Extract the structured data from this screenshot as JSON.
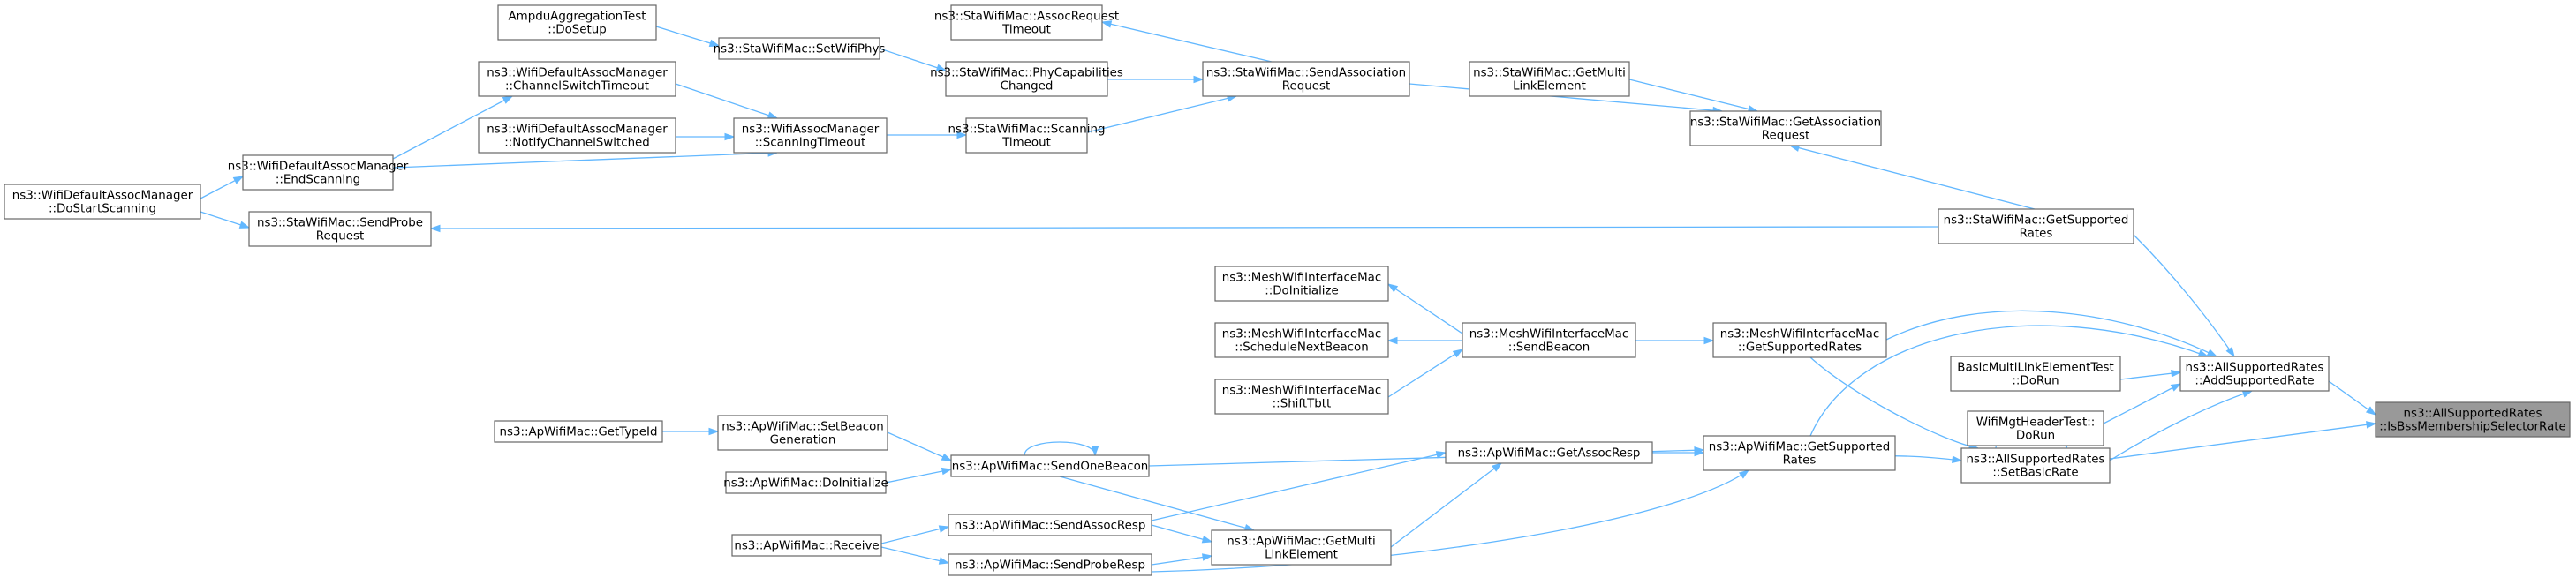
{
  "graph": {
    "nodes": [
      {
        "id": "n0",
        "lines": [
          "ns3::AllSupportedRates",
          "::IsBssMembershipSelectorRate"
        ]
      },
      {
        "id": "n1",
        "lines": [
          "ns3::AllSupportedRates",
          "::AddSupportedRate"
        ]
      },
      {
        "id": "n2",
        "lines": [
          "ns3::AllSupportedRates",
          "::SetBasicRate"
        ]
      },
      {
        "id": "n3",
        "lines": [
          "ns3::StaWifiMac::GetSupported",
          "Rates"
        ]
      },
      {
        "id": "n4",
        "lines": [
          "ns3::MeshWifiInterfaceMac",
          "::GetSupportedRates"
        ]
      },
      {
        "id": "n5",
        "lines": [
          "BasicMultiLinkElementTest",
          "::DoRun"
        ]
      },
      {
        "id": "n6",
        "lines": [
          "WifiMgtHeaderTest::",
          "DoRun"
        ]
      },
      {
        "id": "n7",
        "lines": [
          "ns3::ApWifiMac::GetSupported",
          "Rates"
        ]
      },
      {
        "id": "n8",
        "lines": [
          "ns3::StaWifiMac::GetAssociation",
          "Request"
        ]
      },
      {
        "id": "n9",
        "lines": [
          "ns3::StaWifiMac::SendProbe",
          "Request"
        ]
      },
      {
        "id": "n10",
        "lines": [
          "ns3::StaWifiMac::GetMulti",
          "LinkElement"
        ]
      },
      {
        "id": "n11",
        "lines": [
          "ns3::StaWifiMac::SendAssociation",
          "Request"
        ]
      },
      {
        "id": "n12",
        "lines": [
          "ns3::StaWifiMac::AssocRequest",
          "Timeout"
        ]
      },
      {
        "id": "n13",
        "lines": [
          "ns3::StaWifiMac::PhyCapabilities",
          "Changed"
        ]
      },
      {
        "id": "n14",
        "lines": [
          "ns3::StaWifiMac::Scanning",
          "Timeout"
        ]
      },
      {
        "id": "n15",
        "lines": [
          "ns3::StaWifiMac::SetWifiPhys"
        ]
      },
      {
        "id": "n16",
        "lines": [
          "AmpduAggregationTest",
          "::DoSetup"
        ]
      },
      {
        "id": "n17",
        "lines": [
          "ns3::WifiAssocManager",
          "::ScanningTimeout"
        ]
      },
      {
        "id": "n18",
        "lines": [
          "ns3::WifiDefaultAssocManager",
          "::ChannelSwitchTimeout"
        ]
      },
      {
        "id": "n19",
        "lines": [
          "ns3::WifiDefaultAssocManager",
          "::NotifyChannelSwitched"
        ]
      },
      {
        "id": "n20",
        "lines": [
          "ns3::WifiDefaultAssocManager",
          "::EndScanning"
        ]
      },
      {
        "id": "n21",
        "lines": [
          "ns3::WifiDefaultAssocManager",
          "::DoStartScanning"
        ]
      },
      {
        "id": "n22",
        "lines": [
          "ns3::MeshWifiInterfaceMac",
          "::SendBeacon"
        ]
      },
      {
        "id": "n23",
        "lines": [
          "ns3::MeshWifiInterfaceMac",
          "::DoInitialize"
        ]
      },
      {
        "id": "n24",
        "lines": [
          "ns3::MeshWifiInterfaceMac",
          "::ScheduleNextBeacon"
        ]
      },
      {
        "id": "n25",
        "lines": [
          "ns3::MeshWifiInterfaceMac",
          "::ShiftTbtt"
        ]
      },
      {
        "id": "n26",
        "lines": [
          "ns3::ApWifiMac::GetAssocResp"
        ]
      },
      {
        "id": "n27",
        "lines": [
          "ns3::ApWifiMac::SendOneBeacon"
        ]
      },
      {
        "id": "n28",
        "lines": [
          "ns3::ApWifiMac::SetBeacon",
          "Generation"
        ]
      },
      {
        "id": "n29",
        "lines": [
          "ns3::ApWifiMac::GetTypeId"
        ]
      },
      {
        "id": "n30",
        "lines": [
          "ns3::ApWifiMac::DoInitialize"
        ]
      },
      {
        "id": "n31",
        "lines": [
          "ns3::ApWifiMac::GetMulti",
          "LinkElement"
        ]
      },
      {
        "id": "n32",
        "lines": [
          "ns3::ApWifiMac::SendAssocResp"
        ]
      },
      {
        "id": "n33",
        "lines": [
          "ns3::ApWifiMac::SendProbeResp"
        ]
      },
      {
        "id": "n34",
        "lines": [
          "ns3::ApWifiMac::Receive"
        ]
      }
    ]
  }
}
